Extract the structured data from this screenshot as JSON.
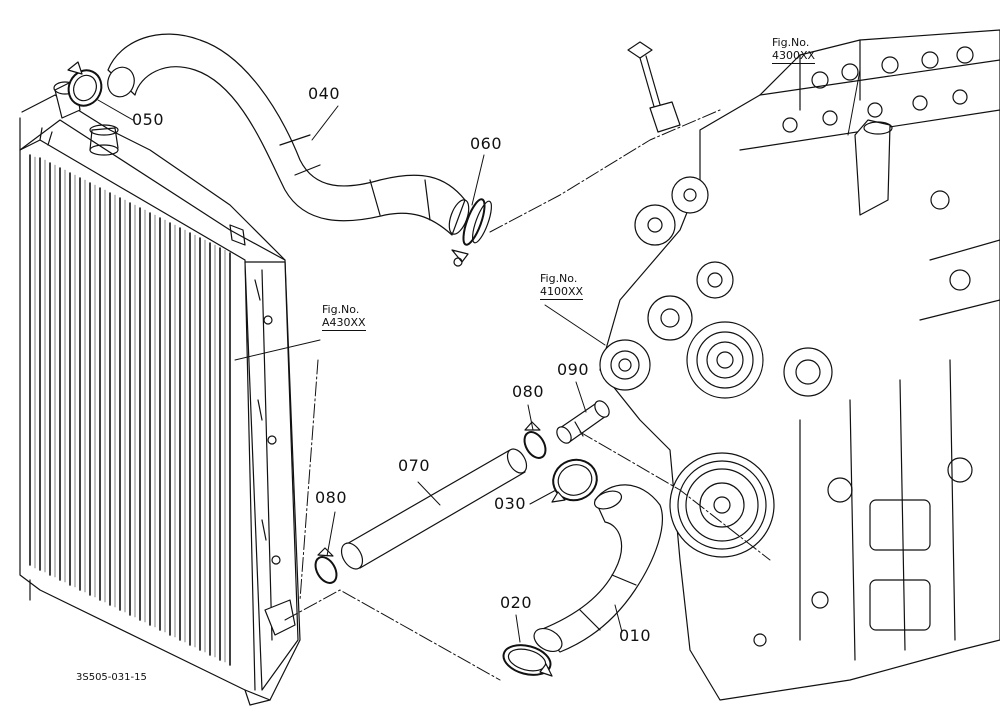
{
  "parts": {
    "p010": "010",
    "p020": "020",
    "p030": "030",
    "p040": "040",
    "p050": "050",
    "p060": "060",
    "p070": "070",
    "p080_top": "080",
    "p080_left": "080",
    "p090": "090"
  },
  "refs": {
    "radiator": {
      "caption": "Fig.No.",
      "code": "A430XX"
    },
    "engine_top": {
      "caption": "Fig.No.",
      "code": "4300XX"
    },
    "engine_pump": {
      "caption": "Fig.No.",
      "code": "4100XX"
    }
  },
  "footer": {
    "drawing_number": "3S505-031-15"
  }
}
